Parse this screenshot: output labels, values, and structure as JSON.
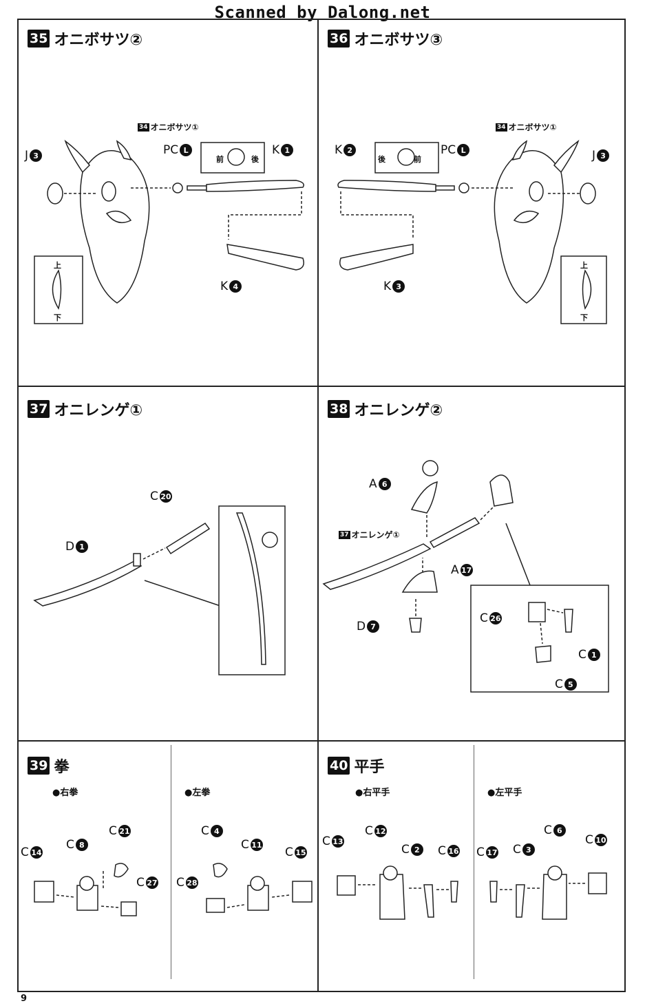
{
  "watermark": "Scanned by Dalong.net",
  "page_number": "9",
  "steps": [
    {
      "num": "35",
      "title": "オニボサツ②",
      "ref": "オニボサツ①",
      "ref_num": "34",
      "labels": {
        "j": "J",
        "j_n": "3",
        "pc": "PC",
        "pc_n": "L",
        "k1": "K",
        "k1_n": "1",
        "k4": "K",
        "k4_n": "4",
        "front": "前",
        "back": "後",
        "up": "上",
        "down": "下"
      }
    },
    {
      "num": "36",
      "title": "オニボサツ③",
      "ref": "オニボサツ①",
      "ref_num": "34",
      "labels": {
        "j": "J",
        "j_n": "3",
        "pc": "PC",
        "pc_n": "L",
        "k2": "K",
        "k2_n": "2",
        "k3": "K",
        "k3_n": "3",
        "front": "前",
        "back": "後",
        "up": "上",
        "down": "下"
      }
    },
    {
      "num": "37",
      "title": "オニレンゲ①",
      "labels": {
        "c": "C",
        "c_n": "20",
        "d": "D",
        "d_n": "1"
      }
    },
    {
      "num": "38",
      "title": "オニレンゲ②",
      "ref": "オニレンゲ①",
      "ref_num": "37",
      "labels": {
        "a6": "A",
        "a6_n": "6",
        "a17": "A",
        "a17_n": "17",
        "d7": "D",
        "d7_n": "7",
        "c26": "C",
        "c26_n": "26",
        "c1": "C",
        "c1_n": "1",
        "c5": "C",
        "c5_n": "5"
      }
    },
    {
      "num": "39",
      "title": "拳",
      "sub_right": "●右拳",
      "sub_left": "●左拳",
      "labels": {
        "c14": "C",
        "c14_n": "14",
        "c8": "C",
        "c8_n": "8",
        "c21": "C",
        "c21_n": "21",
        "c27": "C",
        "c27_n": "27",
        "c4": "C",
        "c4_n": "4",
        "c11": "C",
        "c11_n": "11",
        "c15": "C",
        "c15_n": "15",
        "c28": "C",
        "c28_n": "28"
      }
    },
    {
      "num": "40",
      "title": "平手",
      "sub_right": "●右平手",
      "sub_left": "●左平手",
      "labels": {
        "c13": "C",
        "c13_n": "13",
        "c12": "C",
        "c12_n": "12",
        "c2": "C",
        "c2_n": "2",
        "c16": "C",
        "c16_n": "16",
        "c17": "C",
        "c17_n": "17",
        "c3": "C",
        "c3_n": "3",
        "c6": "C",
        "c6_n": "6",
        "c10": "C",
        "c10_n": "10"
      }
    }
  ]
}
